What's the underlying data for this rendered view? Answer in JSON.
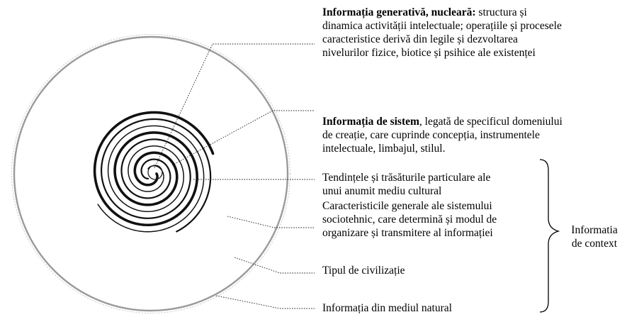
{
  "diagram": {
    "labels": {
      "generative_bold": "Informația generativă, nucleară:",
      "generative_line1": " structura și",
      "generative_line2": "dinamica activității intelectuale; operațiile și procesele",
      "generative_line3": "caracteristice derivă din legile și dezvoltarea",
      "generative_line4": "nivelurilor fizice, biotice și psihice ale existenței",
      "system_bold": "Informația de sistem",
      "system_line1": ", legată de specificul domeniului",
      "system_line2": "de creație, care cuprinde concepția, instrumentele",
      "system_line3": "intelectuale, limbajul, stilul.",
      "cultural_line1": "Tendințele și trăsăturile particulare ale",
      "cultural_line2": "unui anumit mediu cultural",
      "sociotech_line1": "Caracteristicile generale ale sistemului",
      "sociotech_line2": "sociotehnic, care determină și modul de",
      "sociotech_line3": "organizare și transmitere al informației",
      "civilization": "Tipul de civilizație",
      "natural": "Informația din mediul natural",
      "context_line1": "Informatia",
      "context_line2": "de context"
    }
  }
}
